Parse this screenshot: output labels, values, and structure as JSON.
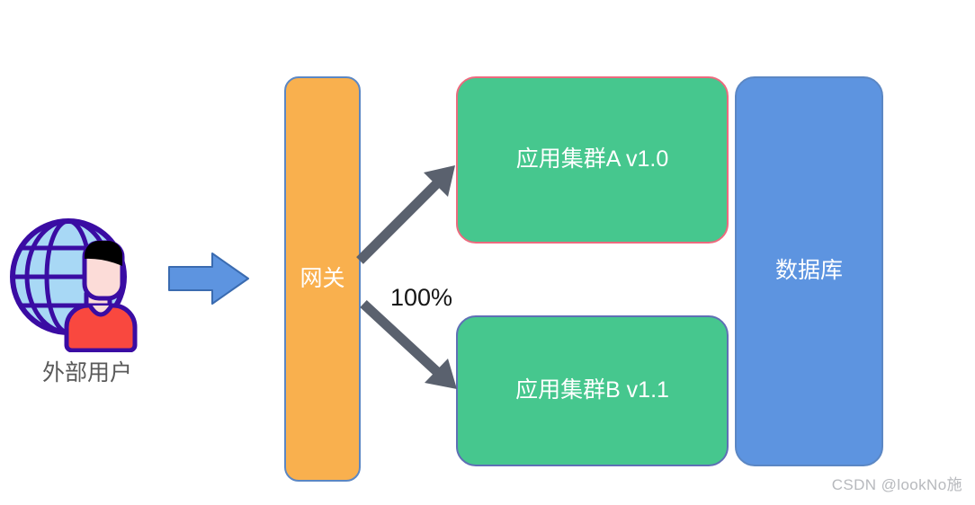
{
  "diagram": {
    "title": "",
    "background": "#ffffff",
    "colors": {
      "gateway_fill": "#f9b04e",
      "gateway_stroke": "#5b87c4",
      "cluster_fill": "#46c78e",
      "cluster_a_stroke": "#ec6a7e",
      "cluster_b_stroke": "#5f6fb5",
      "database_fill": "#5d94e0",
      "database_stroke": "#5b87c4",
      "arrow_gray": "#5a616e",
      "arrow_blue": "#5d94e0",
      "arrow_blue_stroke": "#3a6bb0",
      "caption_text": "#595959",
      "label_text": "#161616",
      "watermark_text": "#b7b9bd",
      "node_text": "#ffffff"
    },
    "actor": {
      "icon_name": "globe-user-icon",
      "caption": "外部用户"
    },
    "nodes": [
      {
        "id": "gateway",
        "label": "网关"
      },
      {
        "id": "cluster_a",
        "label": "应用集群A v1.0"
      },
      {
        "id": "cluster_b",
        "label": "应用集群B v1.1"
      },
      {
        "id": "database",
        "label": "数据库"
      }
    ],
    "edges": [
      {
        "id": "user-to-gateway",
        "label": "",
        "style": "block-arrow"
      },
      {
        "id": "gateway-to-cluster-a",
        "label": "",
        "style": "line-arrow"
      },
      {
        "id": "gateway-to-cluster-b",
        "label": "100%",
        "style": "line-arrow"
      }
    ],
    "traffic_label": "100%",
    "watermark": "CSDN @lookNo施"
  }
}
